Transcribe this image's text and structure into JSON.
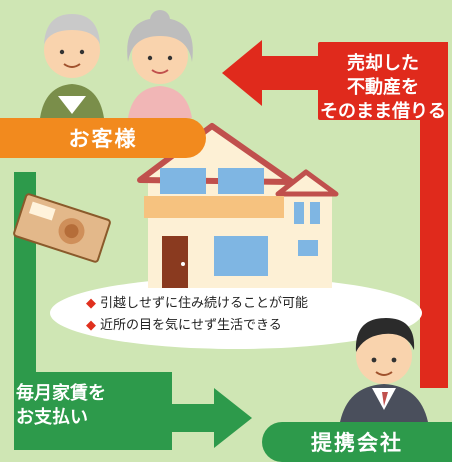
{
  "labels": {
    "client": "お客様",
    "partner": "提携会社"
  },
  "sale_arrow": {
    "lines": [
      "売却した",
      "不動産を",
      "そのまま借りる"
    ]
  },
  "rent_arrow": {
    "lines": [
      "毎月家賃を",
      "お支払い"
    ]
  },
  "benefits": [
    "引越しせずに住み続けることが可能",
    "近所の目を気にせず生活できる"
  ],
  "bullet_glyph": "◆",
  "colors": {
    "background": "#cfe6b4",
    "red_arrow": "#e02a1c",
    "green_arrow": "#2d9a4b",
    "orange_label": "#f28a1e"
  },
  "icons": [
    "elderly-man-icon",
    "elderly-woman-icon",
    "banknote-icon",
    "house-icon",
    "businessman-icon"
  ]
}
